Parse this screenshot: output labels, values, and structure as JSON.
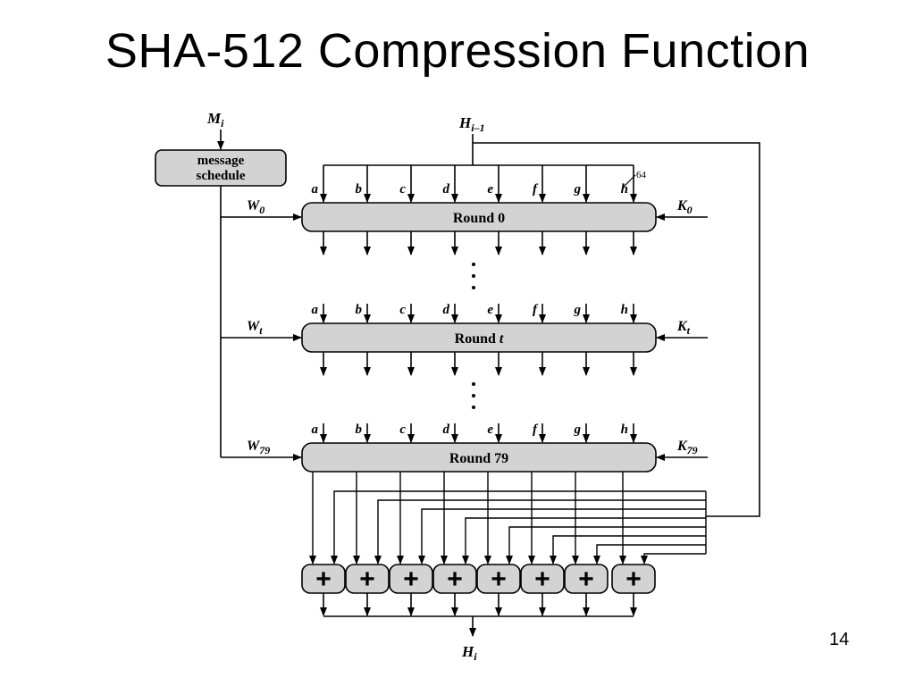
{
  "slide": {
    "title": "SHA-512 Compression Function",
    "page_number": "14"
  },
  "diagram": {
    "message_input": {
      "base": "M",
      "sub": "i"
    },
    "schedule_label_line1": "message",
    "schedule_label_line2": "schedule",
    "prev_hash": {
      "base": "H",
      "sub": "i–1"
    },
    "out_hash": {
      "base": "H",
      "sub": "i"
    },
    "word_width": "64",
    "registers": [
      "a",
      "b",
      "c",
      "d",
      "e",
      "f",
      "g",
      "h"
    ],
    "rounds": [
      {
        "label": "Round 0",
        "w_base": "W",
        "w_sub": "0",
        "k_base": "K",
        "k_sub": "0"
      },
      {
        "label_base": "Round ",
        "label_var": "t",
        "w_base": "W",
        "w_sub": "t",
        "k_base": "K",
        "k_sub": "t"
      },
      {
        "label": "Round 79",
        "w_base": "W",
        "w_sub": "79",
        "k_base": "K",
        "k_sub": "79"
      }
    ],
    "adder_symbol": "+",
    "colors": {
      "box_fill": "#d3d3d3",
      "stroke": "#000000",
      "background": "#ffffff"
    }
  }
}
